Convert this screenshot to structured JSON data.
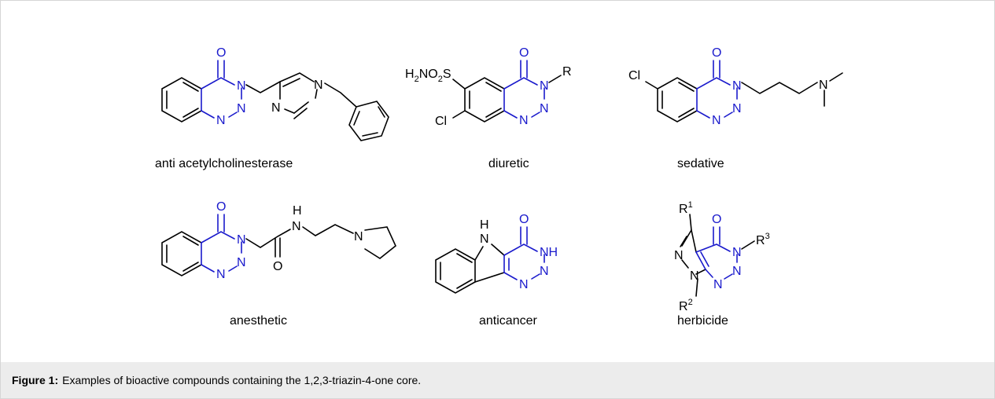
{
  "figure": {
    "labels": {
      "c1": "anti acetylcholinesterase",
      "c2": "diuretic",
      "c3": "sedative",
      "c4": "anesthetic",
      "c5": "anticancer",
      "c6": "herbicide"
    },
    "atoms": {
      "O": "O",
      "N": "N",
      "NH": "NH",
      "H": "H",
      "Cl": "Cl",
      "R": "R",
      "H2NO2S_a": "H",
      "H2NO2S_b": "2",
      "H2NO2S_c": "NO",
      "H2NO2S_d": "2",
      "H2NO2S_e": "S",
      "one": "1",
      "two": "2",
      "three": "3"
    }
  },
  "caption": {
    "label": "Figure 1:",
    "text": "Examples of bioactive compounds containing the 1,2,3-triazin-4-one core."
  }
}
